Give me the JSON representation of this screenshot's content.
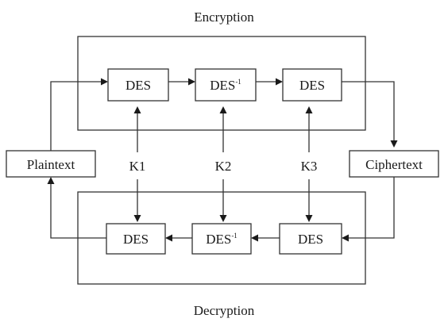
{
  "diagram": {
    "encryption_label": "Encryption",
    "decryption_label": "Decryption",
    "plaintext": "Plaintext",
    "ciphertext": "Ciphertext",
    "keys": [
      "K1",
      "K2",
      "K3"
    ],
    "encryption_stages": [
      {
        "base": "DES",
        "sup": ""
      },
      {
        "base": "DES",
        "sup": "-1"
      },
      {
        "base": "DES",
        "sup": ""
      }
    ],
    "decryption_stages": [
      {
        "base": "DES",
        "sup": ""
      },
      {
        "base": "DES",
        "sup": "-1"
      },
      {
        "base": "DES",
        "sup": ""
      }
    ]
  }
}
